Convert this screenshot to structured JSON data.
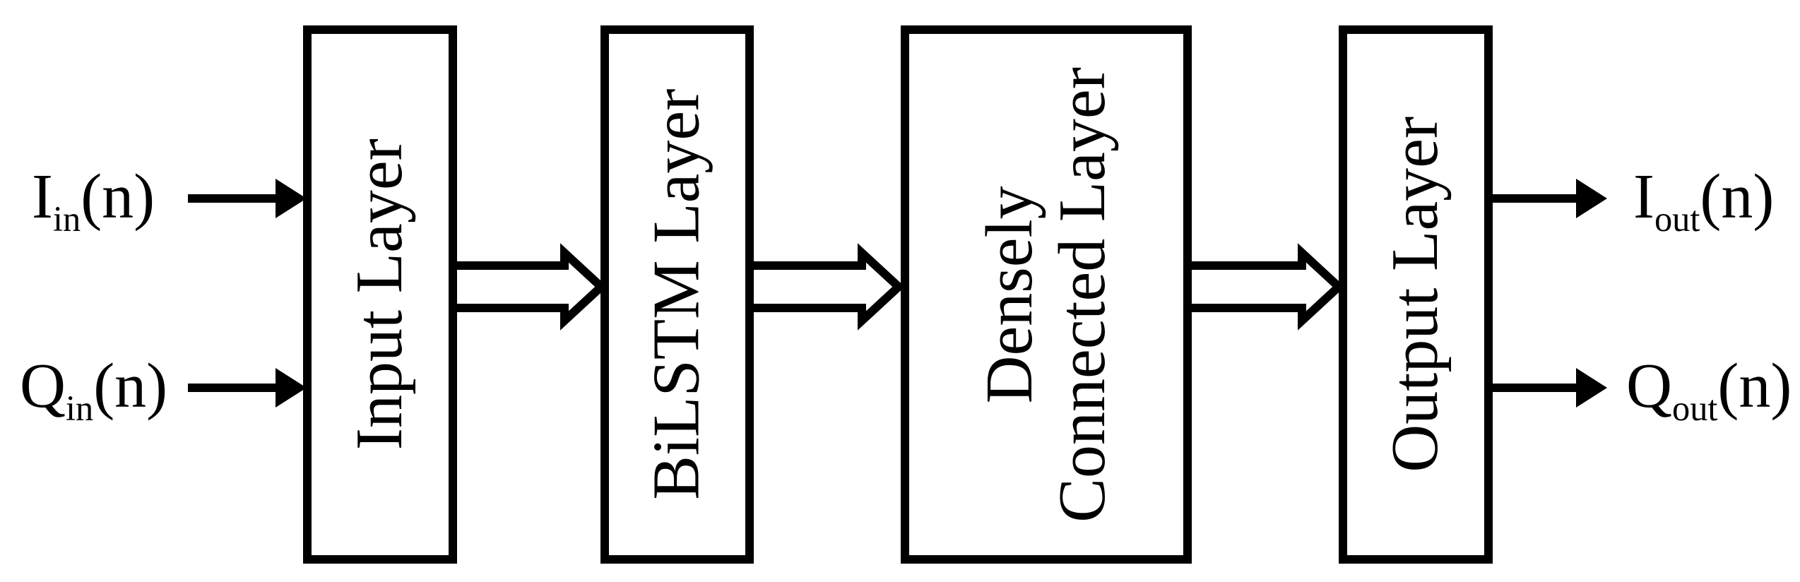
{
  "diagram": {
    "title": "BiLSTM network block diagram",
    "colors": {
      "stroke": "#000000",
      "fill": "#ffffff"
    },
    "layers": [
      {
        "id": "input-layer",
        "lines": [
          "Input Layer"
        ]
      },
      {
        "id": "bilstm-layer",
        "lines": [
          "BiLSTM Layer"
        ]
      },
      {
        "id": "densely-connected-layer",
        "lines": [
          "Densely",
          "Connected Layer"
        ]
      },
      {
        "id": "output-layer",
        "lines": [
          "Output Layer"
        ]
      }
    ],
    "io": {
      "inputs": [
        {
          "base": "I",
          "sub": "in",
          "suffix": "(n)"
        },
        {
          "base": "Q",
          "sub": "in",
          "suffix": "(n)"
        }
      ],
      "outputs": [
        {
          "base": "I",
          "sub": "out",
          "suffix": "(n)"
        },
        {
          "base": "Q",
          "sub": "out",
          "suffix": "(n)"
        }
      ]
    }
  }
}
